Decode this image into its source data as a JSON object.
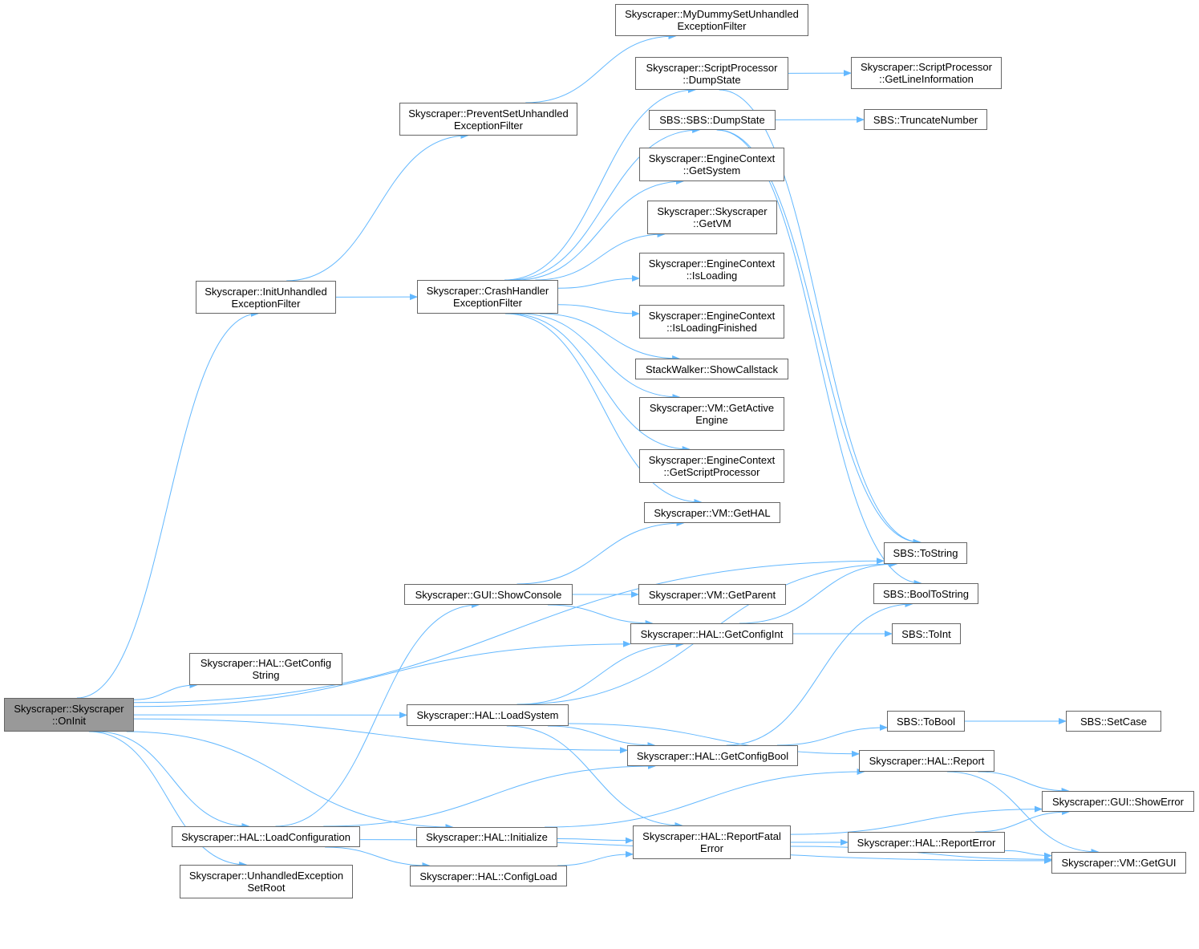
{
  "colors": {
    "edge": "#63b8ff",
    "node_border": "#666666",
    "root_fill": "#999999",
    "node_fill": "#ffffff"
  },
  "nodes": [
    {
      "id": "OnInit",
      "lines": [
        "Skyscraper::Skyscraper",
        "::OnInit"
      ],
      "root": true
    },
    {
      "id": "InitUnhandled",
      "lines": [
        "Skyscraper::InitUnhandled",
        "ExceptionFilter"
      ]
    },
    {
      "id": "GetConfigString",
      "lines": [
        "Skyscraper::HAL::GetConfig",
        "String"
      ]
    },
    {
      "id": "LoadConfiguration",
      "lines": [
        "Skyscraper::HAL::LoadConfiguration"
      ]
    },
    {
      "id": "UnhandledExceptionSetRoot",
      "lines": [
        "Skyscraper::UnhandledException",
        "SetRoot"
      ]
    },
    {
      "id": "PreventSet",
      "lines": [
        "Skyscraper::PreventSetUnhandled",
        "ExceptionFilter"
      ]
    },
    {
      "id": "CrashHandler",
      "lines": [
        "Skyscraper::CrashHandler",
        "ExceptionFilter"
      ]
    },
    {
      "id": "ShowConsole",
      "lines": [
        "Skyscraper::GUI::ShowConsole"
      ]
    },
    {
      "id": "LoadSystem",
      "lines": [
        "Skyscraper::HAL::LoadSystem"
      ]
    },
    {
      "id": "Initialize",
      "lines": [
        "Skyscraper::HAL::Initialize"
      ]
    },
    {
      "id": "ConfigLoad",
      "lines": [
        "Skyscraper::HAL::ConfigLoad"
      ]
    },
    {
      "id": "MyDummy",
      "lines": [
        "Skyscraper::MyDummySetUnhandled",
        "ExceptionFilter"
      ]
    },
    {
      "id": "SPDumpState",
      "lines": [
        "Skyscraper::ScriptProcessor",
        "::DumpState"
      ]
    },
    {
      "id": "SBSDumpState",
      "lines": [
        "SBS::SBS::DumpState"
      ]
    },
    {
      "id": "GetSystem",
      "lines": [
        "Skyscraper::EngineContext",
        "::GetSystem"
      ]
    },
    {
      "id": "GetVM",
      "lines": [
        "Skyscraper::Skyscraper",
        "::GetVM"
      ]
    },
    {
      "id": "IsLoading",
      "lines": [
        "Skyscraper::EngineContext",
        "::IsLoading"
      ]
    },
    {
      "id": "IsLoadingFinished",
      "lines": [
        "Skyscraper::EngineContext",
        "::IsLoadingFinished"
      ]
    },
    {
      "id": "ShowCallstack",
      "lines": [
        "StackWalker::ShowCallstack"
      ]
    },
    {
      "id": "GetActiveEngine",
      "lines": [
        "Skyscraper::VM::GetActive",
        "Engine"
      ]
    },
    {
      "id": "GetScriptProcessor",
      "lines": [
        "Skyscraper::EngineContext",
        "::GetScriptProcessor"
      ]
    },
    {
      "id": "GetHAL",
      "lines": [
        "Skyscraper::VM::GetHAL"
      ]
    },
    {
      "id": "GetParent",
      "lines": [
        "Skyscraper::VM::GetParent"
      ]
    },
    {
      "id": "GetConfigInt",
      "lines": [
        "Skyscraper::HAL::GetConfigInt"
      ]
    },
    {
      "id": "GetConfigBool",
      "lines": [
        "Skyscraper::HAL::GetConfigBool"
      ]
    },
    {
      "id": "ReportFatalError",
      "lines": [
        "Skyscraper::HAL::ReportFatal",
        "Error"
      ]
    },
    {
      "id": "GetLineInformation",
      "lines": [
        "Skyscraper::ScriptProcessor",
        "::GetLineInformation"
      ]
    },
    {
      "id": "TruncateNumber",
      "lines": [
        "SBS::TruncateNumber"
      ]
    },
    {
      "id": "ToString",
      "lines": [
        "SBS::ToString"
      ]
    },
    {
      "id": "BoolToString",
      "lines": [
        "SBS::BoolToString"
      ]
    },
    {
      "id": "ToInt",
      "lines": [
        "SBS::ToInt"
      ]
    },
    {
      "id": "ToBool",
      "lines": [
        "SBS::ToBool"
      ]
    },
    {
      "id": "Report",
      "lines": [
        "Skyscraper::HAL::Report"
      ]
    },
    {
      "id": "ReportError",
      "lines": [
        "Skyscraper::HAL::ReportError"
      ]
    },
    {
      "id": "SetCase",
      "lines": [
        "SBS::SetCase"
      ]
    },
    {
      "id": "ShowError",
      "lines": [
        "Skyscraper::GUI::ShowError"
      ]
    },
    {
      "id": "GetGUI",
      "lines": [
        "Skyscraper::VM::GetGUI"
      ]
    }
  ],
  "edges": [
    [
      "OnInit",
      "InitUnhandled"
    ],
    [
      "OnInit",
      "ToString"
    ],
    [
      "OnInit",
      "GetConfigInt"
    ],
    [
      "OnInit",
      "GetConfigString"
    ],
    [
      "OnInit",
      "LoadSystem"
    ],
    [
      "OnInit",
      "GetConfigBool"
    ],
    [
      "OnInit",
      "Initialize"
    ],
    [
      "OnInit",
      "LoadConfiguration"
    ],
    [
      "OnInit",
      "UnhandledExceptionSetRoot"
    ],
    [
      "InitUnhandled",
      "PreventSet"
    ],
    [
      "InitUnhandled",
      "CrashHandler"
    ],
    [
      "PreventSet",
      "MyDummy"
    ],
    [
      "CrashHandler",
      "SPDumpState"
    ],
    [
      "CrashHandler",
      "SBSDumpState"
    ],
    [
      "CrashHandler",
      "GetSystem"
    ],
    [
      "CrashHandler",
      "GetVM"
    ],
    [
      "CrashHandler",
      "IsLoading"
    ],
    [
      "CrashHandler",
      "IsLoadingFinished"
    ],
    [
      "CrashHandler",
      "ShowCallstack"
    ],
    [
      "CrashHandler",
      "GetActiveEngine"
    ],
    [
      "CrashHandler",
      "GetScriptProcessor"
    ],
    [
      "CrashHandler",
      "GetHAL"
    ],
    [
      "SPDumpState",
      "GetLineInformation"
    ],
    [
      "SPDumpState",
      "ToString"
    ],
    [
      "SBSDumpState",
      "TruncateNumber"
    ],
    [
      "SBSDumpState",
      "ToString"
    ],
    [
      "SBSDumpState",
      "BoolToString"
    ],
    [
      "ShowConsole",
      "GetHAL"
    ],
    [
      "ShowConsole",
      "GetParent"
    ],
    [
      "ShowConsole",
      "GetConfigInt"
    ],
    [
      "GetConfigInt",
      "ToString"
    ],
    [
      "GetConfigInt",
      "ToInt"
    ],
    [
      "LoadSystem",
      "GetConfigInt"
    ],
    [
      "LoadSystem",
      "ToString"
    ],
    [
      "LoadSystem",
      "GetConfigBool"
    ],
    [
      "LoadSystem",
      "Report"
    ],
    [
      "LoadSystem",
      "ReportFatalError"
    ],
    [
      "GetConfigBool",
      "BoolToString"
    ],
    [
      "GetConfigBool",
      "ToBool"
    ],
    [
      "ToBool",
      "SetCase"
    ],
    [
      "Report",
      "ShowError"
    ],
    [
      "Report",
      "GetGUI"
    ],
    [
      "LoadConfiguration",
      "ShowConsole"
    ],
    [
      "LoadConfiguration",
      "GetConfigBool"
    ],
    [
      "LoadConfiguration",
      "ConfigLoad"
    ],
    [
      "LoadConfiguration",
      "GetGUI"
    ],
    [
      "Initialize",
      "Report"
    ],
    [
      "Initialize",
      "ReportFatalError"
    ],
    [
      "ConfigLoad",
      "ReportFatalError"
    ],
    [
      "ReportFatalError",
      "ShowError"
    ],
    [
      "ReportFatalError",
      "ReportError"
    ],
    [
      "ReportFatalError",
      "GetGUI"
    ],
    [
      "ReportError",
      "ShowError"
    ],
    [
      "ReportError",
      "GetGUI"
    ]
  ]
}
